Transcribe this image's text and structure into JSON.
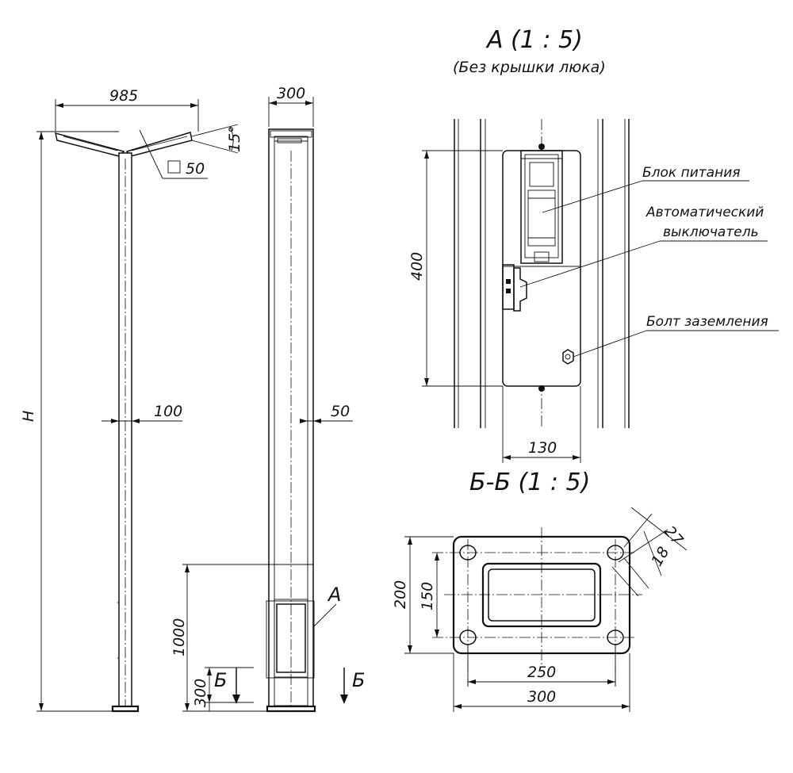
{
  "views": {
    "detail_a": {
      "title": "А (1 : 5)",
      "subtitle": "(Без крышки люка)"
    },
    "section_bb": {
      "title": "Б-Б (1 : 5)"
    }
  },
  "dimensions": {
    "arm_span": "985",
    "side_width": "300",
    "arm_angle": "15°",
    "arm_section": "50",
    "height": "H",
    "pole_width": "100",
    "side_depth": "50",
    "base_zone": "1000",
    "section_level": "300",
    "hatch_height": "400",
    "hatch_width": "130",
    "flange_hole_size": "27",
    "flange_hole_offset": "18",
    "flange_inner_height": "150",
    "flange_height": "200",
    "flange_inner_width": "250",
    "flange_width": "300"
  },
  "markers": {
    "view_a": "А",
    "section_left": "Б",
    "section_right": "Б"
  },
  "callouts": {
    "power_supply": "Блок питания",
    "breaker_line1": "Автоматический",
    "breaker_line2": "выключатель",
    "ground_bolt": "Болт заземления"
  }
}
